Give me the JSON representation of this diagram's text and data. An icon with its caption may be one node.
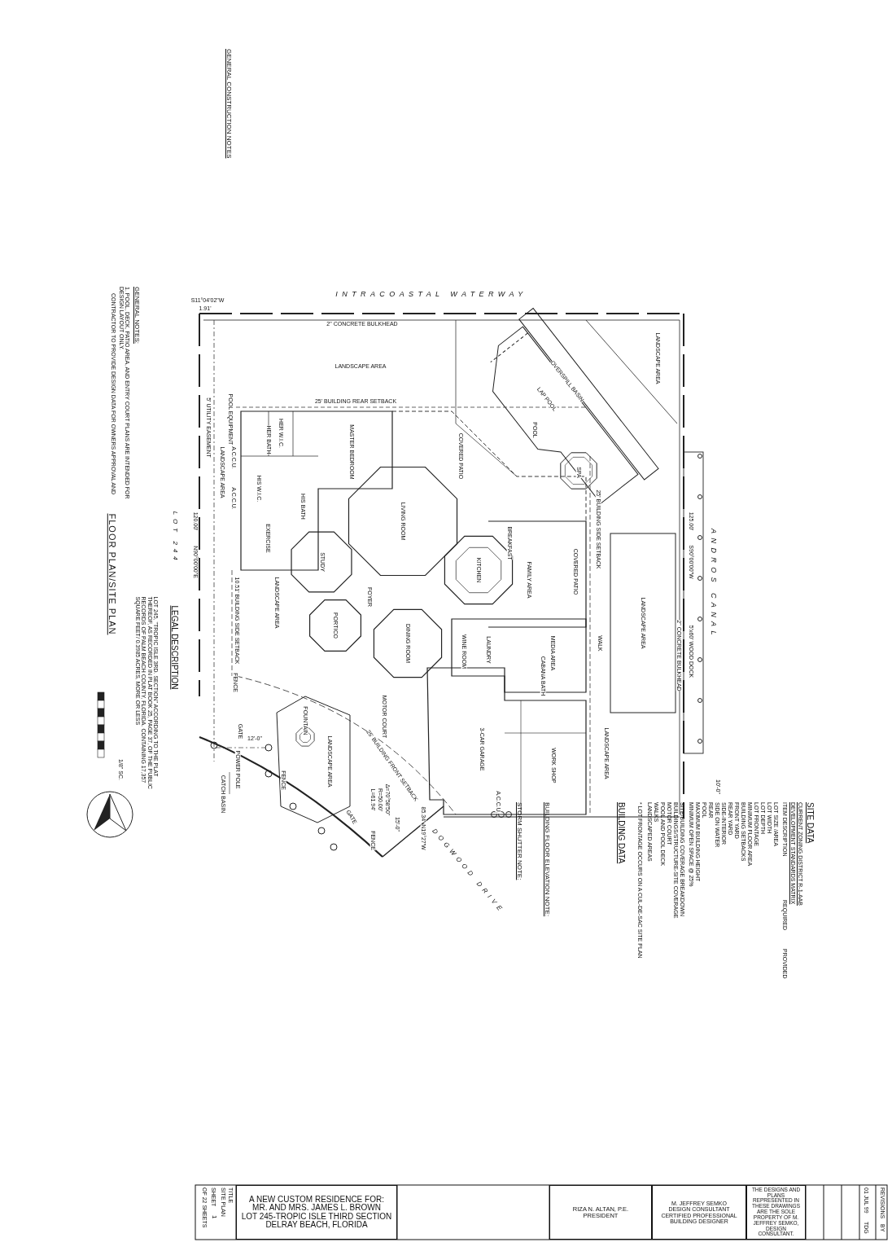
{
  "diagram": {
    "title": "FLOOR PLAN/SITE PLAN",
    "nodes": [
      {
        "text": [
          "A NEW CUSTOM RESIDENCE FOR:",
          "MR. AND MRS. JAMES L. BROWN",
          "LOT 245-TROPIC ISLE THIRD SECTION",
          "DELRAY BEACH, FLORIDA"
        ]
      },
      {
        "text": [
          "RIZA N. ALTAN, P.E.",
          "PRESIDENT"
        ]
      },
      {
        "text": [
          "M. JEFFREY SEMKO",
          "DESIGN CONSULTANT",
          "CERTIFIED PROFESSIONAL BUILDING DESIGNER"
        ]
      },
      {
        "text": [
          "THE DESIGNS AND PLANS REPRESENTED IN THESE DRAWINGS ARE THE SOLE PROPERTY OF M. JEFFREY SEMKO, DESIGN CONSULTANT."
        ]
      }
    ],
    "edges": [],
    "labels": [
      "GENERAL CONSTRUCTION NOTES",
      "GENERAL NOTES:",
      "1. POOL, DECK, PATIO AREA, AND ENTRY COURT PLANS ARE INTENDED FOR DESIGN LAYOUT ONLY.",
      "CONTRACTOR TO PROVIDE DESIGN DATA FOR OWNERS APPROVAL AND",
      "INTRACOASTAL WATERWAY",
      "S11°04'02\"W",
      "1.91'",
      "2\" CONCRETE BULKHEAD",
      "LANDSCAPE AREA",
      "25' BUILDING REAR SETBACK",
      "LANDSCAPE AREA",
      "OVERSPILL BASIN",
      "LAP POOL",
      "POOL",
      "SPA",
      "5' UTILITY EASEMENT",
      "POOL EQUIPMENT",
      "HER BATH",
      "HER W.I.C.",
      "MASTER BEDROOM",
      "COVERED PATIO",
      "LANDSCAPE AREA",
      "A.C.C.U.",
      "HIS W.I.C.",
      "A.C.C.U.",
      "HIS BATH",
      "LIVING ROOM",
      "EXERCISE",
      "STUDY",
      "BREAKFAST",
      "KITCHEN",
      "FAMILY AREA",
      "COVERED PATIO",
      "25' BUILDING SIDE SETBACK",
      "FOYER",
      "LANDSCAPE AREA",
      "10.51' BUILDING SIDE SETBACK",
      "PORTICO",
      "DINING ROOM",
      "WINE ROOM",
      "LAUNDRY",
      "MEDIA AREA",
      "WALK",
      "LANDSCAPE AREA",
      "2\" CONCRETE BULKHEAD",
      "5'x60' WOOD DOCK",
      "125.00'",
      "S90°00'00\"W",
      "ANDROS CANAL",
      "FENCE",
      "MOTOR COURT",
      "3-CAR GARAGE",
      "CABANA BATH",
      "WORK SHOP",
      "LANDSCAPE AREA",
      "25' BUILDING FRONT SETBACK",
      "FOUNTAIN",
      "LANDSCAPE AREA",
      "GATE",
      "12'-0\"",
      "FENCE",
      "POWER POLE",
      "CATCH BASIN",
      "GATE",
      "FENCE",
      "15'-0\"",
      "DOGWOOD DRIVE",
      "Δ=70°58'50\"",
      "R=50.00'",
      "L=61.94'",
      "85.34'",
      "N19°27'W",
      "A.C.C.U.",
      "120.00'",
      "N90°00'00\"E",
      "LOT 244",
      "10'-0\"",
      "LEGAL DESCRIPTION",
      "LOT 245, \"TROPIC ISLE 3RD. SECTION\" ACCORDING TO THE PLAT THEREOF, AS RECORDED IN PLAT BOOK 25, PAGE 37, OF THE PUBLIC RECORDS OF PALM BEACH COUNTY, FLORIDA. CONTAINING 17,357 SQUARE FEET/ 0.3985 ACRES, MORE OR LESS",
      "1/8\" SC.",
      "SITE DATA",
      "CURRENT ZONING DISTRICT R-1-AAB",
      "DEVELOPMENT STANDARDS MATRIX",
      "ITEM DESCRIPTION",
      "REQUIRED",
      "PROVIDED",
      "LOT SIZE /AREA",
      "LOT WIDTH",
      "LOT DEPTH",
      "LOT FRONTAGE",
      "MINIMUM FLOOR AREA",
      "BUILDING SETBACKS",
      "FRONT YARD",
      "REAR YARD",
      "SIDE-INTERIOR",
      "SIDE ON WATER",
      "REAR",
      "POOL",
      "MAXIMUM BUILDING HEIGHT",
      "MINIMUM OPEN SPACE @ 25%",
      "SITE/BUILDING COVERAGE BREAKDOWN",
      "BUILDINGS/STRUCTURE-SITE COVERAGE",
      "MOTOR COURT",
      "POOL AND POOL DECK",
      "WALKS",
      "LANDSCAPED AREAS",
      "* LOT FRONTAGE OCCURS ON A CUL-DE-SAC SITE PLAN",
      "BUILDING DATA",
      "BUILDING FLOOR ELEVATION NOTE:",
      "STORM SHUTTER NOTE:",
      "REVISIONS",
      "BY",
      "01 JUL 99",
      "TDG",
      "TITLE",
      "SITE PLAN",
      "SHEET",
      "1",
      "OF 22 SHEETS"
    ]
  }
}
